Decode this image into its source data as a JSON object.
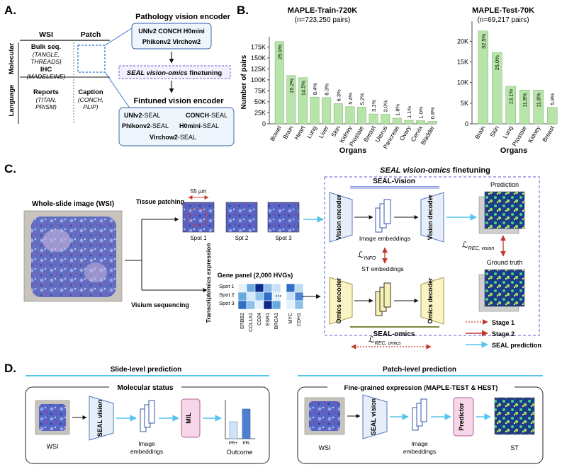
{
  "panels": {
    "a": "A.",
    "b": "B.",
    "c": "C.",
    "d": "D."
  },
  "panelA": {
    "col_wsi": "WSI",
    "col_patch": "Patch",
    "row_molecular": "Molecular",
    "row_language": "Language",
    "bulk_title": "Bulk seq.",
    "bulk_sub1": "(TANGLE,",
    "bulk_sub2": "THREADS)",
    "ihc_title": "IHC",
    "ihc_sub": "(MADELEINE)",
    "reports_title": "Reports",
    "reports_sub": "(TITAN,",
    "reports_sub2": "PRISM)",
    "caption_title": "Caption",
    "caption_sub": "(CONCH,",
    "caption_sub2": "PLIP)",
    "encoder_title": "Pathology vision encoder",
    "encoder_line1": "UNIv2  CONCH  H0mini",
    "encoder_line2": "Phikonv2   Virchow2",
    "finetune_prefix": "SEAL vision-omics",
    "finetune_suffix": " finetuning",
    "finetuned_title": "Fintuned vision encoder",
    "ft_uni_a": "UNIv2",
    "ft_uni_b": "-SEAL",
    "ft_conch_a": "CONCH",
    "ft_conch_b": "-SEAL",
    "ft_phikon_a": "Phikonv2",
    "ft_phikon_b": "-SEAL",
    "ft_h0_a": "H0mini",
    "ft_h0_b": "-SEAL",
    "ft_virchow_a": "Virchow2",
    "ft_virchow_b": "-SEAL"
  },
  "chart_data": [
    {
      "type": "bar",
      "title": "MAPLE-Train-720K",
      "subtitle": "(n=723,250 pairs)",
      "xlabel": "Organs",
      "ylabel": "Number of pairs",
      "ylim": [
        0,
        190000
      ],
      "yticks": [
        0,
        25000,
        50000,
        75000,
        100000,
        125000,
        150000,
        175000
      ],
      "ytick_labels": [
        "0",
        "25K",
        "50K",
        "75K",
        "100K",
        "125K",
        "150K",
        "175K"
      ],
      "categories": [
        "Bowel",
        "Brain",
        "Heart",
        "Lung",
        "Liver",
        "Skin",
        "Kidney",
        "Prostate",
        "Breast",
        "Uterus",
        "Pancreas",
        "Ovary",
        "Cervix",
        "Bladder"
      ],
      "values": [
        187000,
        110000,
        105000,
        61000,
        60000,
        46000,
        39000,
        38000,
        22500,
        21700,
        13000,
        8000,
        7200,
        5800
      ],
      "data_labels": [
        "25.9%",
        "15.2%",
        "14.5%",
        "8.4%",
        "8.3%",
        "6.3%",
        "5.4%",
        "5.2%",
        "3.1%",
        "3.0%",
        "1.8%",
        "1.1%",
        "1.0%",
        "0.8%"
      ],
      "bar_color": "#b7e4a8",
      "grid": false
    },
    {
      "type": "bar",
      "title": "MAPLE-Test-70K",
      "subtitle": "(n=69,217 pairs)",
      "xlabel": "Organs",
      "ylabel": "",
      "ylim": [
        0,
        24000
      ],
      "yticks": [
        0,
        5000,
        10000,
        15000,
        20000
      ],
      "ytick_labels": [
        "0",
        "5K",
        "10K",
        "15K",
        "20K"
      ],
      "categories": [
        "Brain",
        "Skin",
        "Lung",
        "Prostate",
        "Kidney",
        "Breast"
      ],
      "values": [
        22500,
        17300,
        9100,
        8200,
        8200,
        4000
      ],
      "data_labels": [
        "32.5%",
        "25.0%",
        "13.1%",
        "11.8%",
        "11.8%",
        "5.8%"
      ],
      "bar_color": "#b7e4a8",
      "grid": false
    }
  ],
  "panelC": {
    "header_prefix": "SEAL vision-omics",
    "header_suffix": " finetuning",
    "wsi_label": "Whole-slide image (WSI)",
    "tissue_patching": "Tissue patching",
    "scale": "55 μm",
    "spot1": "Spot 1",
    "spot2": "Spt 2",
    "spot3": "Spot 3",
    "visium": "Visium sequencing",
    "transcriptomics": "Transcriptomics expression",
    "gene_panel": "Gene panel (2,000 HVGs)",
    "row1": "Spot 1",
    "row2": "Spot 2",
    "row3": "Spot 3",
    "genes": [
      "ERBB2",
      "COL1A1",
      "CD24",
      "ESR1",
      "BRCA1"
    ],
    "genes_tail": [
      "MYC",
      "CDH1"
    ],
    "ellipsis": "...",
    "seal_vision": "SEAL-Vision",
    "seal_omics": "SEAL-omics",
    "vision_encoder": "Vision encoder",
    "vision_decoder": "Vision decoder",
    "omics_encoder": "Omics encoder",
    "omics_decoder": "Omics decoder",
    "image_embeddings": "Image embeddings",
    "st_embeddings": "ST embeddings",
    "loss_info_l": "ℒ",
    "loss_info_sub": "INFO",
    "loss_rec_vision_sub": "REC, vision",
    "loss_rec_omics_sub": "REC, omics",
    "prediction": "Prediction",
    "ground_truth": "Ground truth",
    "stage1": "Stage 1",
    "stage2": "Stage 2",
    "seal_prediction": "SEAL prediction"
  },
  "panelD": {
    "slide_title": "Slide-level prediction",
    "patch_title": "Patch-level prediction",
    "molecular_status": "Molecular status",
    "fine_grained": "Fine-grained expression (MAPLE-TEST & HEST)",
    "seal_vision": "SEAL vision",
    "mil": "MIL",
    "predictor": "Predictor",
    "wsi": "WSI",
    "image_embeddings": "Image embeddings",
    "outcome": "Outcome",
    "st": "ST",
    "pr_pos": "PR+",
    "pr_neg": "PR-"
  },
  "colors": {
    "accent_blue": "#5b5bd6",
    "arrow_blue": "#56c3f0",
    "bar_green": "#b7e4a8",
    "encoder_blue_fill": "#e6eefa",
    "encoder_blue_stroke": "#5577b8",
    "omics_yellow_fill": "#fbf4c4",
    "omics_yellow_stroke": "#a39a45",
    "mil_pink": "#f7d6ea",
    "stage_red": "#c0392b"
  }
}
